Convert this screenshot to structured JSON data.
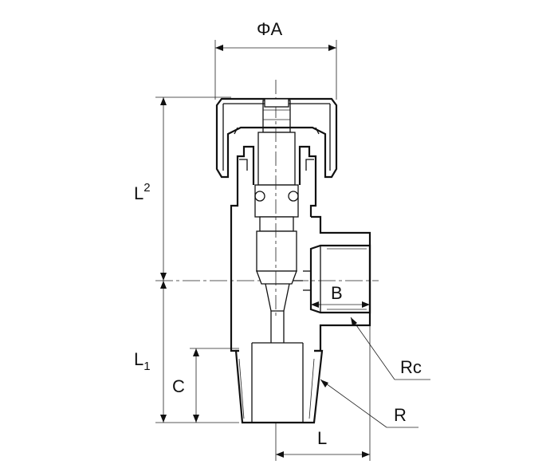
{
  "labels": {
    "phi_a": "ΦA",
    "l2_main": "L",
    "l2_sub": "2",
    "l1_main": "L",
    "l1_sub": "1",
    "c": "C",
    "b": "B",
    "rc": "Rc",
    "r": "R",
    "l": "L"
  }
}
